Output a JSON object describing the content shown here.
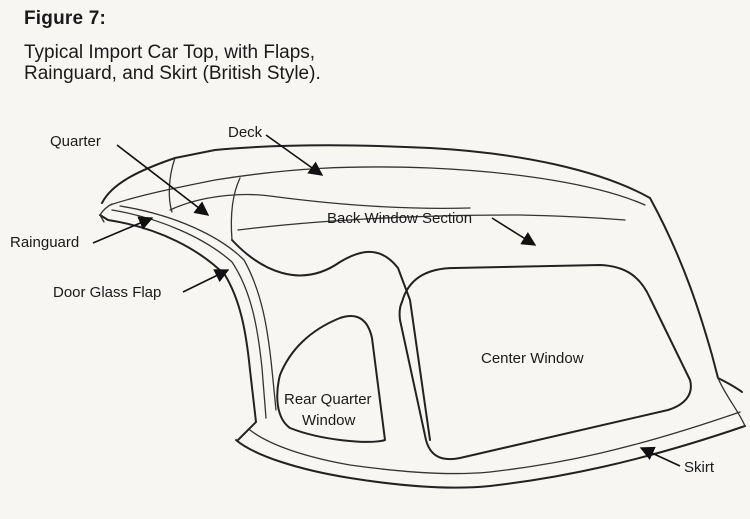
{
  "figure": {
    "title": "Figure 7:",
    "subtitle_line1": "Typical Import Car Top, with Flaps,",
    "subtitle_line2": "Rainguard, and Skirt (British Style)."
  },
  "labels": {
    "quarter": "Quarter",
    "deck": "Deck",
    "back_window_section": "Back Window Section",
    "rainguard": "Rainguard",
    "door_glass_flap": "Door Glass Flap",
    "center_window": "Center Window",
    "rear_quarter_window_line1": "Rear Quarter",
    "rear_quarter_window_line2": "Window",
    "skirt": "Skirt"
  },
  "icons": {
    "car-top-drawing": "convertible-top-line-art"
  }
}
